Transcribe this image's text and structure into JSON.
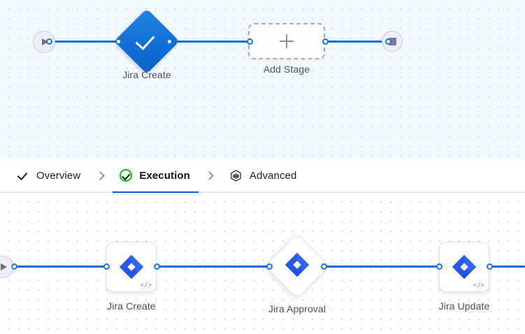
{
  "top_canvas": {
    "name": "pipeline-overview-canvas",
    "background_color": "#f3fafd",
    "start_node": {
      "icon": "play-icon"
    },
    "end_node": {
      "icon": "stop-icon"
    },
    "nodes": [
      {
        "id": "jira-create",
        "label": "Jira Create",
        "shape": "diamond",
        "icon": "check-icon",
        "color": "#0f6fd6"
      },
      {
        "id": "add-stage",
        "label": "Add Stage",
        "shape": "dashed-rect",
        "icon": "plus-icon"
      }
    ]
  },
  "tabs": {
    "name": "pipeline-step-tabs",
    "active": "Execution",
    "items": [
      {
        "label": "Overview",
        "icon": "check-icon",
        "state": "complete"
      },
      {
        "label": "Execution",
        "icon": "check-circle-icon",
        "state": "active"
      },
      {
        "label": "Advanced",
        "icon": "hexagon-layers-icon",
        "state": "default"
      }
    ],
    "separator_icon": "chevron-right-icon",
    "active_underline_color": "#0b5cd5",
    "active_check_color": "#00c21e"
  },
  "bottom_canvas": {
    "name": "execution-steps-canvas",
    "background_color": "#ffffff",
    "start_node": {
      "icon": "play-icon"
    },
    "nodes": [
      {
        "id": "jira-create-step",
        "label": "Jira Create",
        "shape": "rounded-square",
        "icon": "jira-icon",
        "badge": "</>"
      },
      {
        "id": "jira-approval-step",
        "label": "Jira Approval",
        "shape": "diamond",
        "icon": "jira-icon",
        "badge": ""
      },
      {
        "id": "jira-update-step",
        "label": "Jira Update",
        "shape": "rounded-square",
        "icon": "jira-icon",
        "badge": "</>"
      }
    ]
  },
  "colors": {
    "edge": "#0d6ad6",
    "port_border": "#1d74d6",
    "jira_blue": "#2c62f0",
    "jira_blue_dark": "#1e49d4"
  }
}
